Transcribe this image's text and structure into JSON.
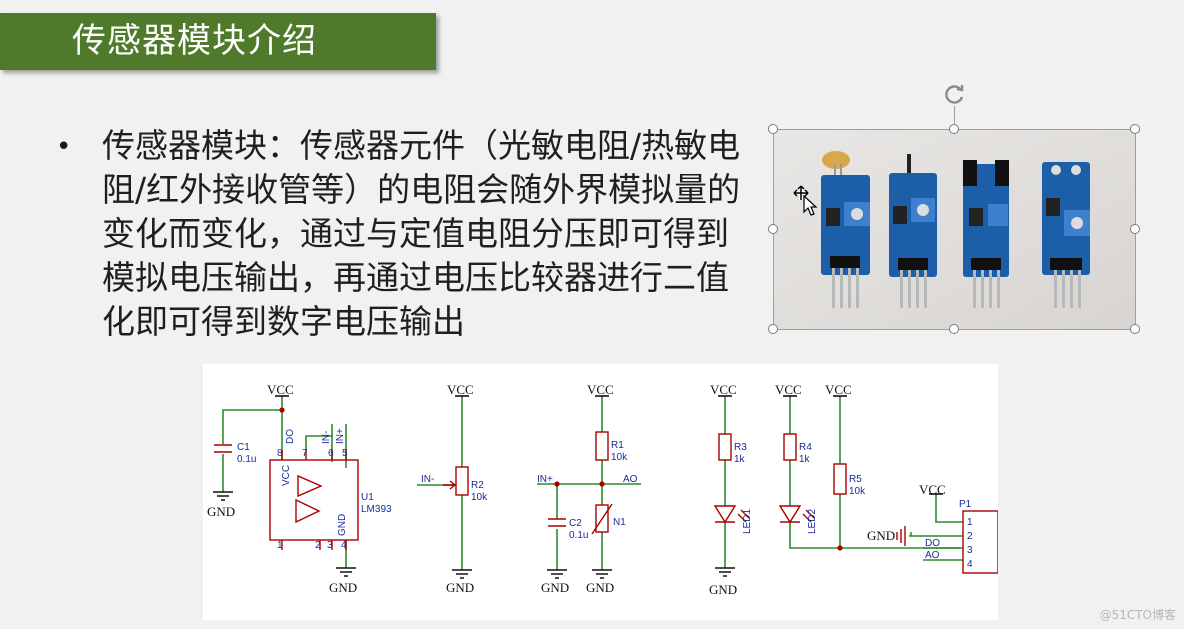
{
  "slide": {
    "title": "传感器模块介绍",
    "bullet": "传感器模块：传感器元件（光敏电阻/热敏电阻/红外接收管等）的电阻会随外界模拟量的变化而变化，通过与定值电阻分压即可得到模拟电压输出，再通过电压比较器进行二值化即可得到数字电压输出",
    "bullet_symbol": "•",
    "accent_color": "#4f7a2c"
  },
  "photo": {
    "icon": "sensor-modules-photo"
  },
  "schematic": {
    "vcc": "VCC",
    "gnd": "GND",
    "c1": "C1",
    "c1_val": "0.1u",
    "do": "DO",
    "in_minus": "IN-",
    "in_plus": "IN+",
    "u1": "U1",
    "lm393": "LM393",
    "pin8": "8",
    "pin7": "7",
    "pin6": "6",
    "pin5": "5",
    "pin1": "1",
    "pin2": "2",
    "pin3": "3",
    "pin4": "4",
    "vcc_pin": "VCC",
    "gnd_pin": "GND",
    "r2": "R2",
    "r2_val": "10k",
    "in_minus2": "IN-",
    "r1": "R1",
    "r1_val": "10k",
    "in_plus2": "IN+",
    "ao": "AO",
    "c2": "C2",
    "c2_val": "0.1u",
    "n1": "N1",
    "r3": "R3",
    "r3_val": "1k",
    "r4": "R4",
    "r4_val": "1k",
    "r5": "R5",
    "r5_val": "10k",
    "led1": "LED1",
    "led2": "LED2",
    "p1": "P1",
    "p1_1": "1",
    "p1_2": "2",
    "p1_3": "3",
    "p1_4": "4",
    "do2": "DO",
    "ao2": "AO"
  },
  "watermark": "@51CTO博客"
}
